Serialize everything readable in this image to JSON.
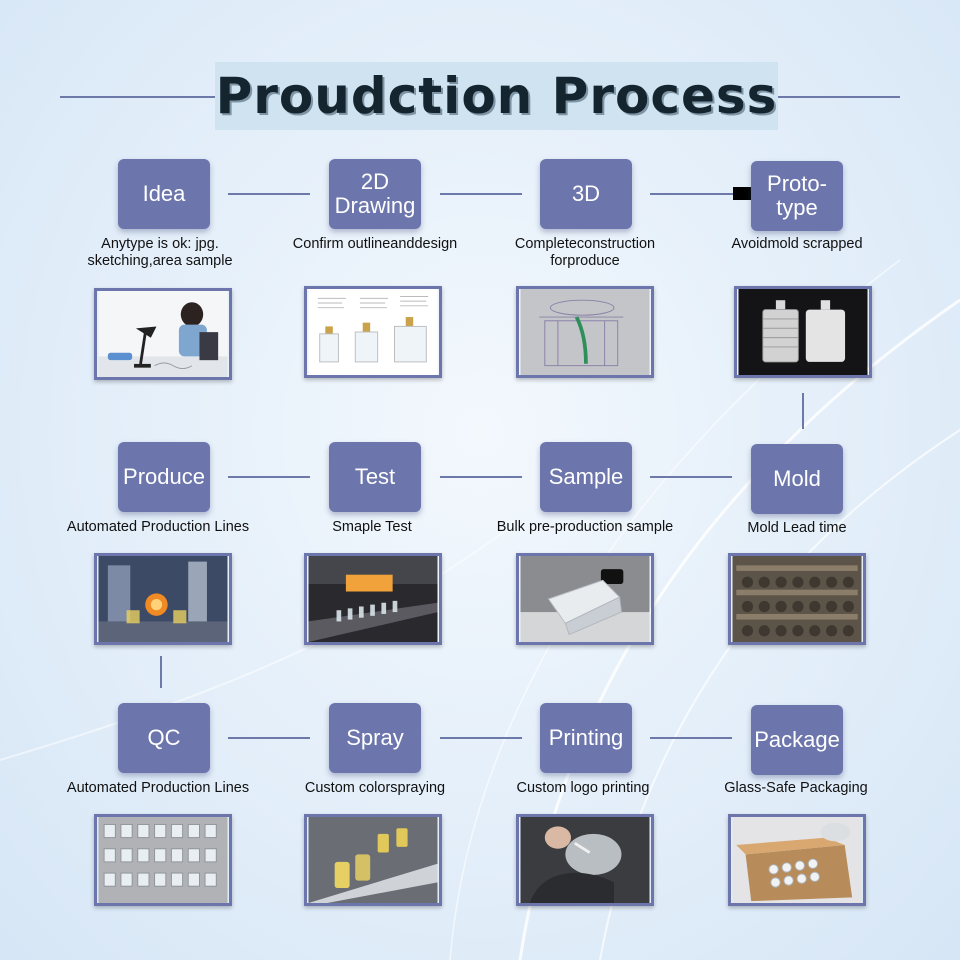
{
  "title": "Proudction Process",
  "steps": [
    {
      "label": "Idea",
      "desc": "Anytype is ok: jpg.\nsketching,area sample"
    },
    {
      "label": "2D\nDrawing",
      "desc": "Confirm outlineanddesign"
    },
    {
      "label": "3D",
      "desc": "Completeconstruction\nforproduce"
    },
    {
      "label": "Proto-\ntype",
      "desc": "Avoidmold scrapped"
    },
    {
      "label": "Produce",
      "desc": "Automated Production Lines"
    },
    {
      "label": "Test",
      "desc": "Smaple Test"
    },
    {
      "label": "Sample",
      "desc": "Bulk pre-production sample"
    },
    {
      "label": "Mold",
      "desc": "Mold Lead time"
    },
    {
      "label": "QC",
      "desc": "Automated Production Lines"
    },
    {
      "label": "Spray",
      "desc": "Custom colorspraying"
    },
    {
      "label": "Printing",
      "desc": "Custom logo printing"
    },
    {
      "label": "Package",
      "desc": "Glass-Safe Packaging"
    }
  ],
  "colors": {
    "box": "#6c76ac",
    "line": "#6d79a8",
    "title_bg": "#cfe4f0",
    "title_text": "#14252f"
  }
}
